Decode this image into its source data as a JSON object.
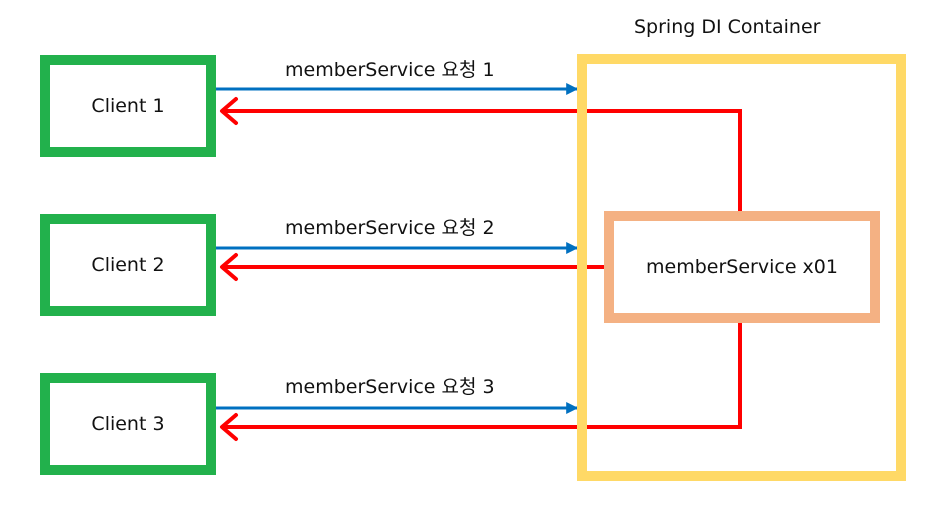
{
  "container": {
    "title": "Spring DI Container"
  },
  "service": {
    "label": "memberService x01"
  },
  "clients": [
    {
      "label": "Client 1",
      "request_label": "memberService 요청 1"
    },
    {
      "label": "Client 2",
      "request_label": "memberService 요청 2"
    },
    {
      "label": "Client 3",
      "request_label": "memberService 요청 3"
    }
  ],
  "colors": {
    "client_border": "#22b14c",
    "container_border": "#ffd966",
    "service_border": "#f4b183",
    "request_arrow": "#0070c0",
    "response_arrow": "#ff0000"
  }
}
